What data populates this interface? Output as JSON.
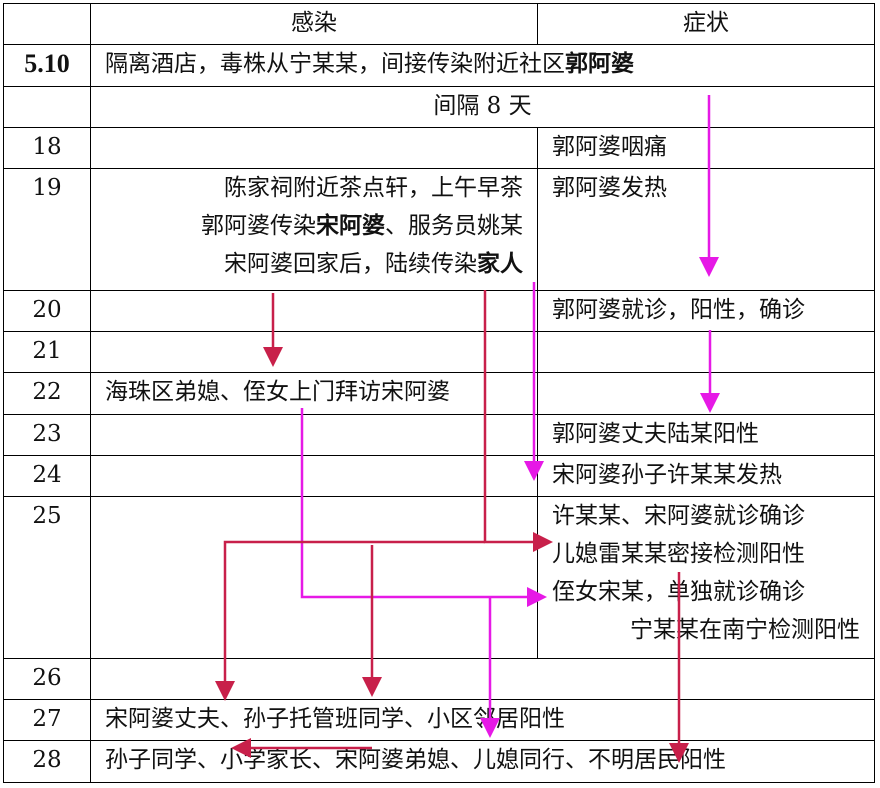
{
  "header": {
    "col_infection": "感染",
    "col_symptom": "症状"
  },
  "rows": [
    {
      "date": "5.10",
      "infection_pre": "隔离酒店，毒株从宁某某，间接传染附近社区",
      "infection_bold": "郭阿婆"
    },
    {
      "interval": "间隔 8 天"
    },
    {
      "date": "18",
      "symptom": "郭阿婆咽痛"
    },
    {
      "date": "19",
      "infection_line1": "陈家祠附近茶点轩，上午早茶",
      "infection_line2_pre": "郭阿婆传染",
      "infection_line2_bold": "宋阿婆",
      "infection_line2_post": "、服务员姚某",
      "infection_line3_pre": "宋阿婆回家后，陆续传染",
      "infection_line3_bold": "家人",
      "symptom": "郭阿婆发热"
    },
    {
      "date": "20",
      "symptom": "郭阿婆就诊，阳性，确诊"
    },
    {
      "date": "21"
    },
    {
      "date": "22",
      "infection": "海珠区弟媳、侄女上门拜访宋阿婆"
    },
    {
      "date": "23",
      "symptom": "郭阿婆丈夫陆某阳性"
    },
    {
      "date": "24",
      "symptom": "宋阿婆孙子许某某发热"
    },
    {
      "date": "25",
      "symptom_lines": [
        "许某某、宋阿婆就诊确诊",
        "儿媳雷某某密接检测阳性",
        "侄女宋某，单独就诊确诊",
        "宁某某在南宁检测阳性"
      ]
    },
    {
      "date": "26"
    },
    {
      "date": "27",
      "infection": "宋阿婆丈夫、孙子托管班同学、小区邻居阳性"
    },
    {
      "date": "28",
      "infection": "孙子同学、小学家长、宋阿婆弟媳、儿媳同行、不明居民阳性"
    }
  ],
  "colors": {
    "magenta_arrow": "#e619e6",
    "crimson_arrow": "#c8204a",
    "border": "#000000"
  }
}
